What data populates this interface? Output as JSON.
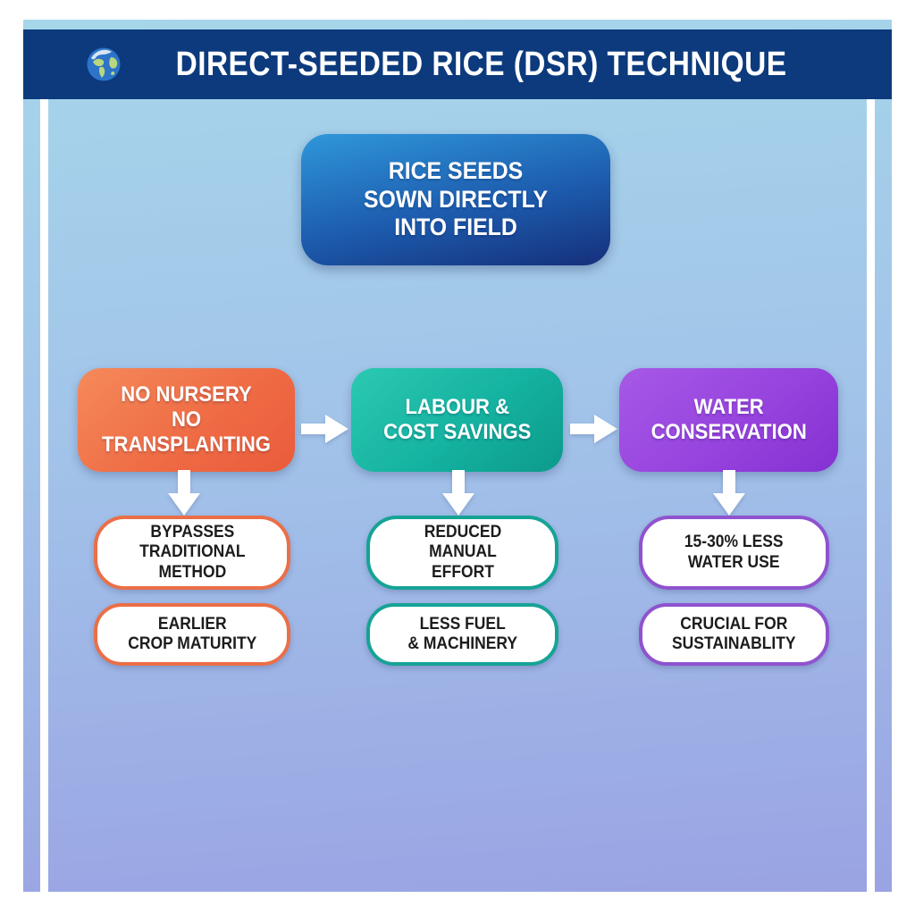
{
  "header": {
    "title": "DIRECT-SEEDED RICE (DSR) TECHNIQUE",
    "icon": "globe-americas-icon"
  },
  "intro_box": {
    "text": "RICE SEEDS\nSOWN DIRECTLY\nINTO FIELD",
    "gradient_top": "#2f97da",
    "gradient_bottom": "#15307b"
  },
  "columns": [
    {
      "id": "no-nursery",
      "header": "NO NURSERY\nNO TRANSPLANTING",
      "accent": "#ee6c45",
      "pills": [
        "BYPASSES\nTRADITIONAL\nMETHOD",
        "EARLIER\nCROP MATURITY"
      ]
    },
    {
      "id": "labour-cost-savings",
      "header": "LABOUR &\nCOST SAVINGS",
      "accent": "#14b2a0",
      "pills": [
        "REDUCED\nMANUAL\nEFFORT",
        "LESS FUEL\n& MACHINERY"
      ]
    },
    {
      "id": "water-conservation",
      "header": "WATER\nCONSERVATION",
      "accent": "#9743de",
      "pills": [
        "15-30% LESS\nWATER USE",
        "CRUCIAL FOR\nSUSTAINABLITY"
      ]
    }
  ],
  "colors": {
    "header_bar": "#0c3a7d",
    "card_background_top": "#a6d6ea",
    "card_background_bottom": "#9aa3e3",
    "frame_border": "#ffffff",
    "arrow": "#ffffff",
    "pill_text": "#1c1c1c"
  }
}
